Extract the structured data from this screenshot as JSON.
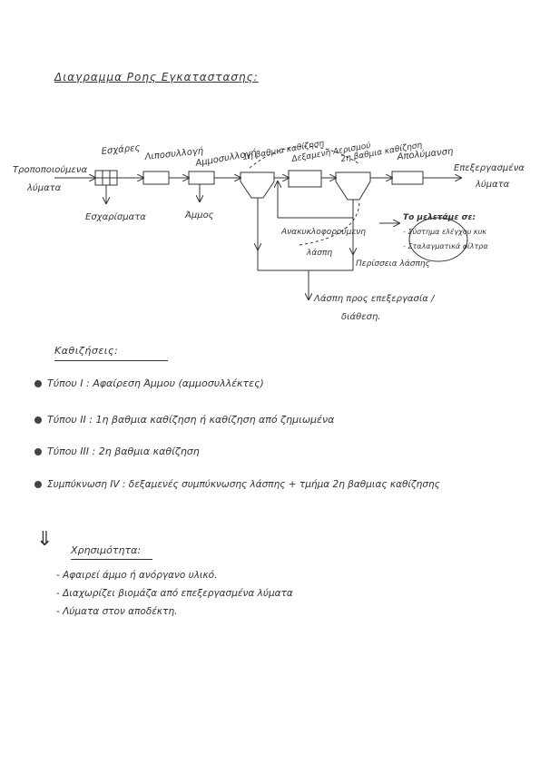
{
  "title": "Διαγραμμα Ροης Εγκαταστασης:",
  "diagram": {
    "inlet_line1": "Τροποποιούμενα",
    "inlet_line2": "λύματα",
    "screens": "Εσχάρες",
    "screenings": "Εσχαρίσματα",
    "grease": "Λιποσυλλογή",
    "degritter": "Αμμοσυλλογή",
    "sand": "Άμμος",
    "primary": "1η βαθμια καθίζηση",
    "aeration": "Δεξαμενή Αερισμού",
    "secondary": "2η βαθμια καθίζηση",
    "disinfection": "Απολύμανση",
    "outlet_line1": "Επεξεργασμένα",
    "outlet_line2": "λύματα",
    "return_line1": "Ανακυκλοφορούμενη",
    "return_line2": "λάσπη",
    "excess": "Περίσσεια λάσπης",
    "sludge_line1": "Λάσπη προς επεξεργασία /",
    "sludge_line2": "διάθεση.",
    "note_title": "Το μελετάμε σε:",
    "note_item1": "- Σύστημα ελέγχου κυκ",
    "note_item2": "- Σταλαγματικά φίλτρα"
  },
  "settling_title": "Καθιζήσεις:",
  "settling": [
    "Τύπου I : Αφαίρεση Άμμου (αμμοσυλλέκτες)",
    "Τύπου II : 1η βαθμια καθίζηση ή καθίζηση από ζημιωμένα",
    "Τύπου III : 2η βαθμια καθίζηση",
    "Συμπύκνωση IV : δεξαμενές συμπύκνωσης λάσπης + τμήμα 2η βαθμιας καθίζησης"
  ],
  "advantages_title": "Χρησιμότητα:",
  "advantages": [
    "- Αφαιρεί άμμο ή ανόργανο υλικό.",
    "- Διαχωρίζει βιομάζα από επεξεργασμένα λύματα",
    "- Λύματα στον αποδέκτη."
  ]
}
